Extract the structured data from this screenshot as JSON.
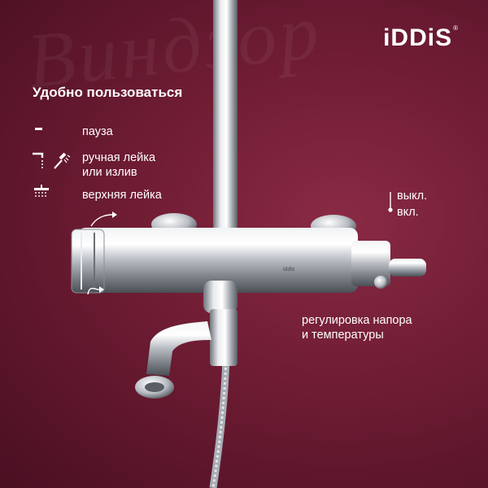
{
  "brand": {
    "logo_text": "iDDiS",
    "registered_mark": "®"
  },
  "watermark_text": "Виндзор",
  "headline": "Удобно пользоваться",
  "features": [
    {
      "icon": "pause-icon",
      "label": "пауза"
    },
    {
      "icon": "hand-shower-spout-icon",
      "label_line1": "ручная лейка",
      "label_line2": "или излив"
    },
    {
      "icon": "overhead-shower-icon",
      "label": "верхняя лейка"
    }
  ],
  "switch": {
    "off_label": "выкл.",
    "on_label": "вкл."
  },
  "regulation": {
    "line1": "регулировка напора",
    "line2": "и температуры"
  },
  "product_marking": "iddis",
  "colors": {
    "background": "#6e1c33",
    "text": "#ffffff",
    "chrome": "#c9ccd0"
  }
}
